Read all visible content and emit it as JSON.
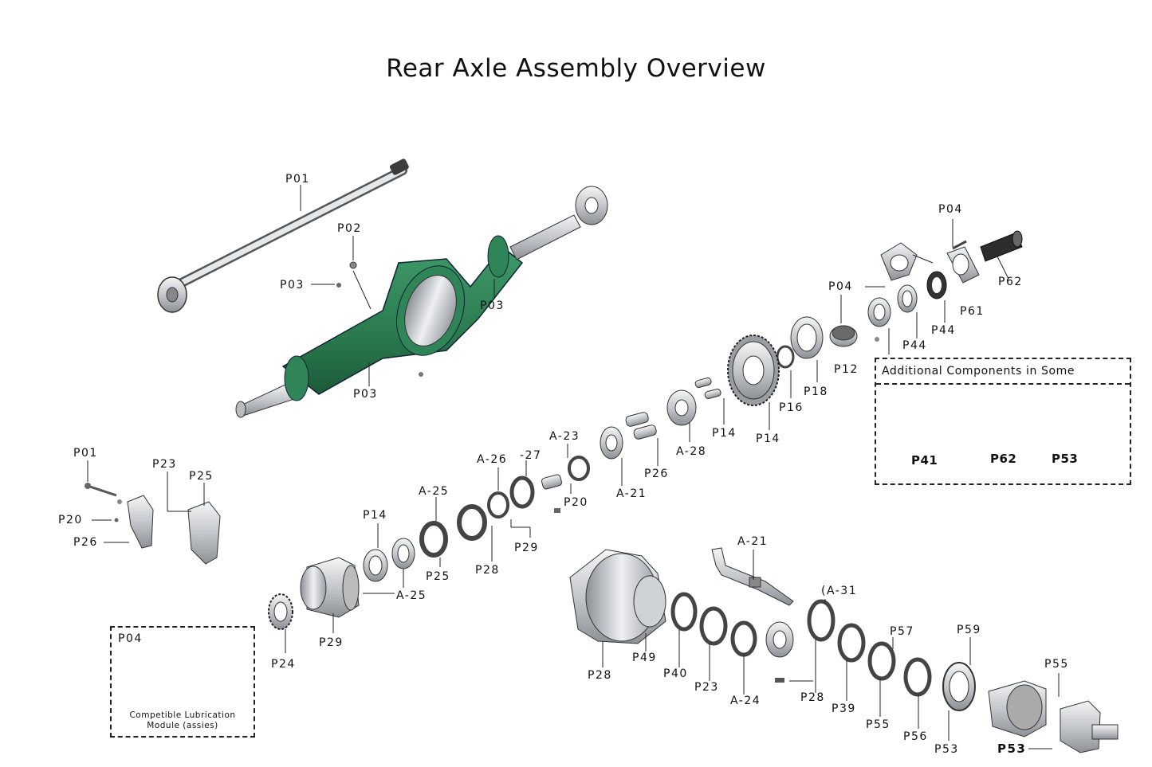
{
  "title": "Rear Axle Assembly Overview",
  "labels": {
    "p01_top": "P01",
    "p02": "P02",
    "p03_left": "P03",
    "p03_right": "P03",
    "p03_bottom": "P03",
    "p04_top": "P04",
    "p62_top": "P62",
    "p61": "P61",
    "p04_mid": "P04",
    "p44_a": "P44",
    "p44_b": "P44",
    "p12": "P12",
    "p18": "P18",
    "p16": "P16",
    "p14_a": "P14",
    "p14_b": "P14",
    "a28": "A-28",
    "p26_mid": "P26",
    "a21_mid": "A-21",
    "a23": "A-23",
    "p20_mid": "P20",
    "a27": "-27",
    "a26": "A-26",
    "p29_mid": "P29",
    "a25_top": "A-25",
    "p25_mid": "P25",
    "p28_mid": "P28",
    "p14_left": "P14",
    "a25_bottom": "A-25",
    "p29_bottom": "P29",
    "p24": "P24",
    "p01_left": "P01",
    "p23_left": "P23",
    "p25_left": "P25",
    "p20_left": "P20",
    "p26_left": "P26",
    "a21_right": "A-21",
    "a31": "(A-31",
    "p49": "P49",
    "p28_bot": "P28",
    "p40": "P40",
    "p23_bot": "P23",
    "a24": "A-24",
    "p28_bot2": "P28",
    "p39": "P39",
    "p57": "P57",
    "p55_a": "P55",
    "p56": "P56",
    "p59": "P59",
    "p53_a": "P53",
    "p55_b": "P55",
    "p53_b": "P53"
  },
  "additional_box": {
    "header": "Additional Components in Some",
    "items": [
      "P41",
      "P62",
      "P53"
    ]
  },
  "lube_box": {
    "label": "P04",
    "caption_line1": "Competible Lubrication",
    "caption_line2": "Module (assies)"
  },
  "colors": {
    "housing": "#2e7d52",
    "metal": "#c9ccd0",
    "ink": "#111111"
  }
}
